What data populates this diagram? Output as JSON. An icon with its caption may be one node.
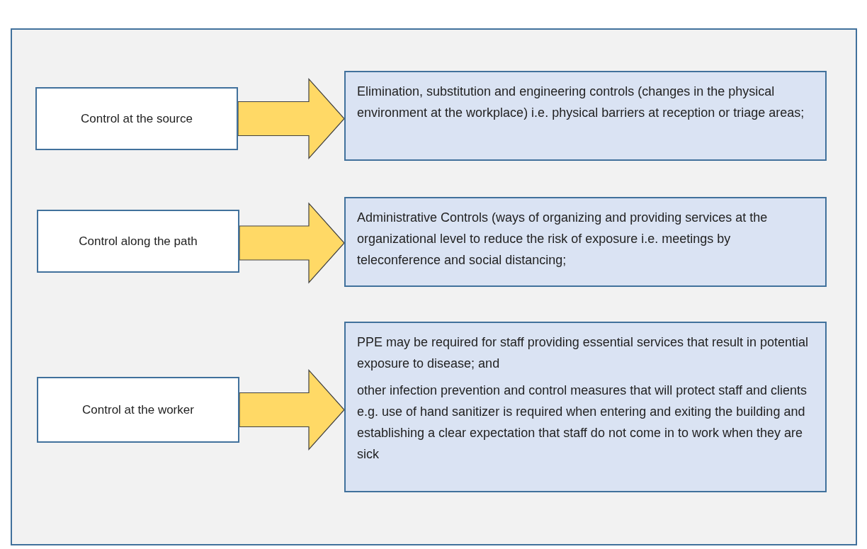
{
  "diagram": {
    "nodes": [
      {
        "text": [],
        "shape": "box"
      },
      {
        "text": [
          "Control at the source"
        ],
        "in": 0
      },
      {
        "text": [
          "Elimination, substitution and engineering controls (changes in the physical environment at the workplace) i.e. physical barriers at reception or triage areas;"
        ],
        "in": 0
      },
      {
        "text": [
          "Control along the path"
        ],
        "in": 0
      },
      {
        "text": [
          "Administrative Controls (ways of organizing and providing services at the organizational level to reduce the risk of exposure i.e. meetings by teleconference and social distancing;"
        ],
        "in": 0
      },
      {
        "text": [
          "Control at the worker"
        ],
        "in": 0
      },
      {
        "text": [
          "PPE may be required for staff providing essential services that result in potential exposure to disease; and",
          "other infection prevention and control measures that will protect staff and clients e.g. use of hand sanitizer is required when entering and exiting the building and establishing a clear expectation that staff do not come in to work when they are sick"
        ],
        "in": 0
      }
    ],
    "edges": [
      {
        "from": 1,
        "to": 2,
        "arrow": "to"
      },
      {
        "from": 3,
        "to": 4,
        "arrow": "to"
      },
      {
        "from": 5,
        "to": 6,
        "arrow": "to"
      }
    ]
  }
}
